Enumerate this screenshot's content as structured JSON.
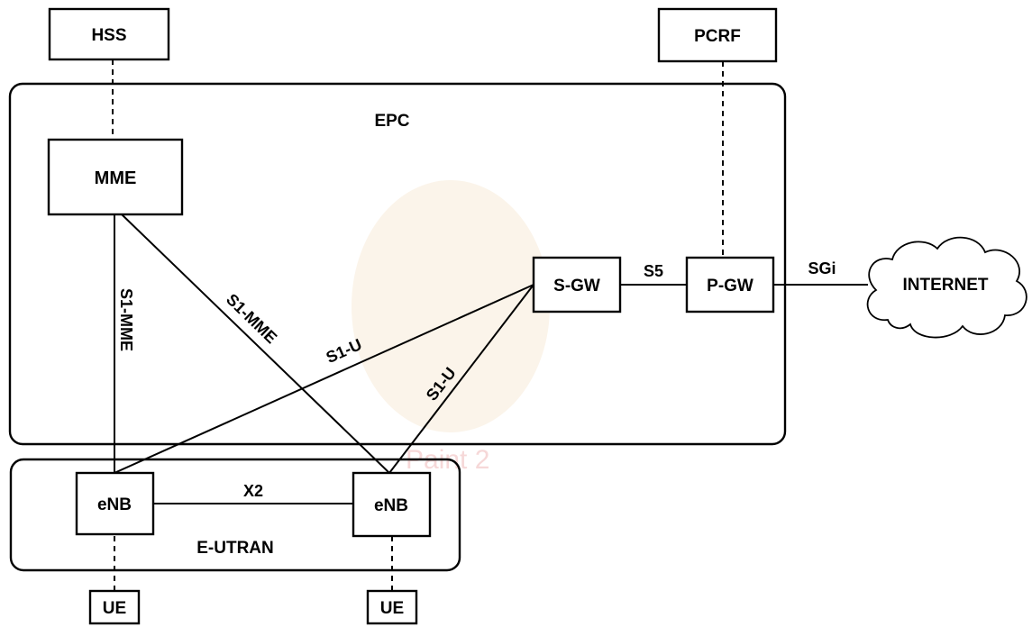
{
  "regions": {
    "epc": "EPC",
    "eutran": "E-UTRAN"
  },
  "nodes": {
    "hss": "HSS",
    "pcrf": "PCRF",
    "mme": "MME",
    "sgw": "S-GW",
    "pgw": "P-GW",
    "internet": "INTERNET",
    "enb_left": "eNB",
    "enb_right": "eNB",
    "ue_left": "UE",
    "ue_right": "UE"
  },
  "links": {
    "s1_mme_vertical": "S1-MME",
    "s1_mme_diagonal": "S1-MME",
    "s1_u_left": "S1-U",
    "s1_u_right": "S1-U",
    "s5": "S5",
    "sgi": "SGi",
    "x2": "X2"
  },
  "watermark": "Paint 2"
}
